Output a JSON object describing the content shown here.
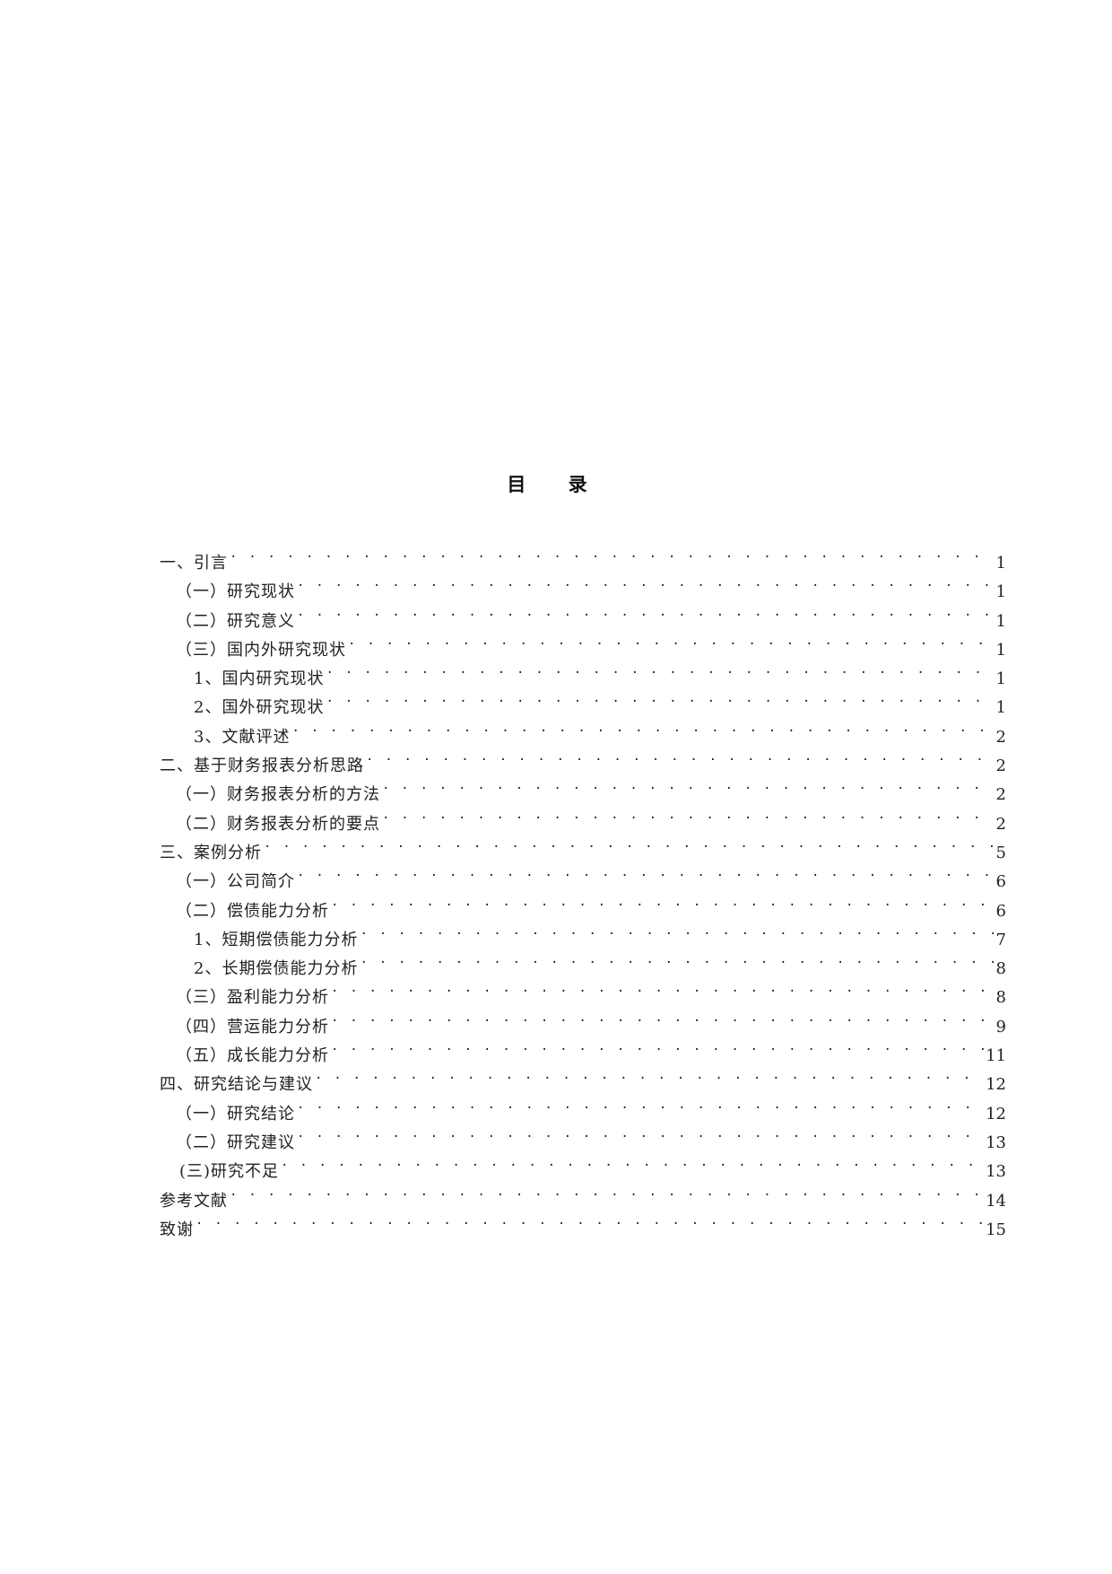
{
  "document": {
    "toc_title": "目 录",
    "entries": [
      {
        "label": "一、引言",
        "page": "1",
        "level": 1
      },
      {
        "label": "（一）研究现状",
        "page": "1",
        "level": 2
      },
      {
        "label": "（二）研究意义",
        "page": "1",
        "level": 2
      },
      {
        "label": "（三）国内外研究现状",
        "page": "1",
        "level": 2
      },
      {
        "label": "1、国内研究现状",
        "page": "1",
        "level": 3
      },
      {
        "label": "2、国外研究现状",
        "page": "1",
        "level": 3
      },
      {
        "label": "3、文献评述",
        "page": "2",
        "level": 3
      },
      {
        "label": "二、基于财务报表分析思路",
        "page": "2",
        "level": 1
      },
      {
        "label": "（一）财务报表分析的方法",
        "page": "2",
        "level": 2
      },
      {
        "label": "（二）财务报表分析的要点",
        "page": "2",
        "level": 2
      },
      {
        "label": "三、案例分析 ",
        "page": "5",
        "level": 1
      },
      {
        "label": "（一）公司简介",
        "page": "6",
        "level": 2
      },
      {
        "label": "（二）偿债能力分析",
        "page": "6",
        "level": 2
      },
      {
        "label": "1、短期偿债能力分析",
        "page": "7",
        "level": 3
      },
      {
        "label": "2、长期偿债能力分析",
        "page": "8",
        "level": 3
      },
      {
        "label": "（三）盈利能力分析",
        "page": "8",
        "level": 2
      },
      {
        "label": "（四）营运能力分析",
        "page": "9",
        "level": 2
      },
      {
        "label": "（五）成长能力分析",
        "page": "11",
        "level": 2
      },
      {
        "label": "四、研究结论与建议",
        "page": "12",
        "level": 1
      },
      {
        "label": "（一）研究结论",
        "page": "12",
        "level": 2
      },
      {
        "label": "（二）研究建议",
        "page": "13",
        "level": 2
      },
      {
        "label": "(三)研究不足",
        "page": "13",
        "level": 2
      },
      {
        "label": "参考文献",
        "page": "14",
        "level": 1
      },
      {
        "label": "致谢",
        "page": "15",
        "level": 1
      }
    ]
  }
}
